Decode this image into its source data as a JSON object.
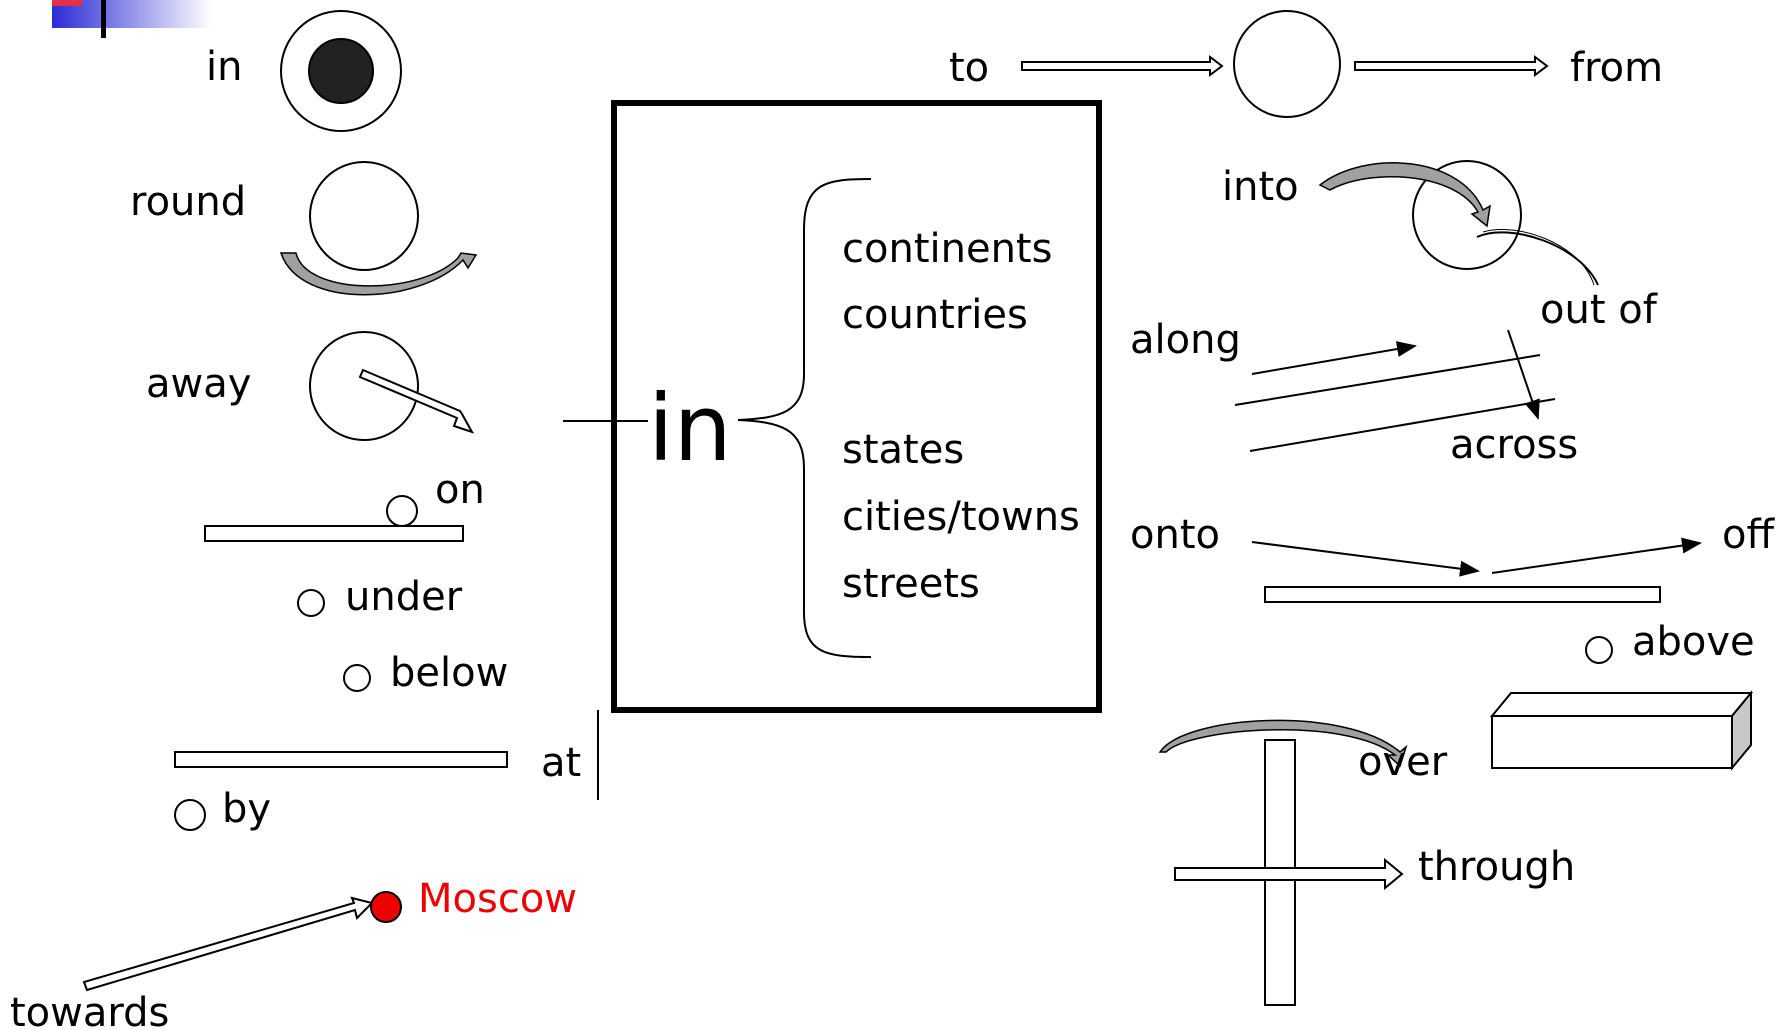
{
  "labels": {
    "in": "in",
    "round": "round",
    "away": "away",
    "on": "on",
    "under": "under",
    "below": "below",
    "at": "at",
    "by": "by",
    "moscow": "Moscow",
    "towards": "towards",
    "to": "to",
    "from": "from",
    "into": "into",
    "out_of": "out of",
    "along": "along",
    "across": "across",
    "onto": "onto",
    "off": "off",
    "above": "above",
    "over": "over",
    "through": "through"
  },
  "center_box": {
    "big_word": "in",
    "items": [
      "continents",
      "countries",
      "states",
      "cities/towns",
      "streets"
    ]
  },
  "colors": {
    "highlight": "#ee0000",
    "stroke": "#000000",
    "arrow_fill_gray": "#a0a0a0",
    "logo_blue": "#2b2bd6",
    "logo_red": "#e0304a"
  }
}
